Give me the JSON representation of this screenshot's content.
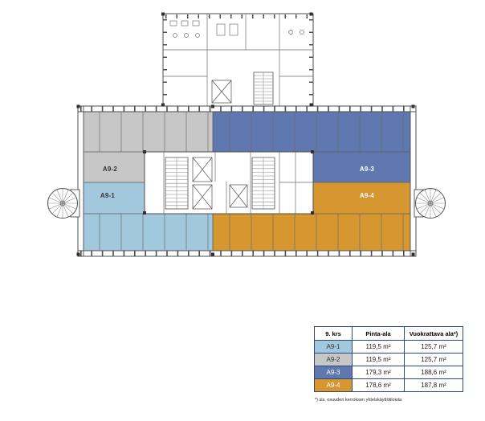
{
  "plan": {
    "zones": [
      {
        "id": "A9-1",
        "label": "A9-1",
        "color": "#a2c8de",
        "label_color": "#333333",
        "pinta_ala": "119,5 m²",
        "vuokrattava_ala": "125,7 m²"
      },
      {
        "id": "A9-2",
        "label": "A9-2",
        "color": "#c7c7c7",
        "label_color": "#333333",
        "pinta_ala": "119,5 m²",
        "vuokrattava_ala": "125,7 m²"
      },
      {
        "id": "A9-3",
        "label": "A9-3",
        "color": "#5f78b0",
        "label_color": "#ffffff",
        "pinta_ala": "179,3 m²",
        "vuokrattava_ala": "188,6 m²"
      },
      {
        "id": "A9-4",
        "label": "A9-4",
        "color": "#d69731",
        "label_color": "#ffffff",
        "pinta_ala": "178,6 m²",
        "vuokrattava_ala": "187,8 m²"
      }
    ]
  },
  "table": {
    "headers": {
      "floor": "9. krs",
      "area": "Pinta-ala",
      "rentable": "Vuokrattava ala*)"
    },
    "footnote": "*) sis. osuuden kerroksen yhteiskäyttötiloista"
  }
}
